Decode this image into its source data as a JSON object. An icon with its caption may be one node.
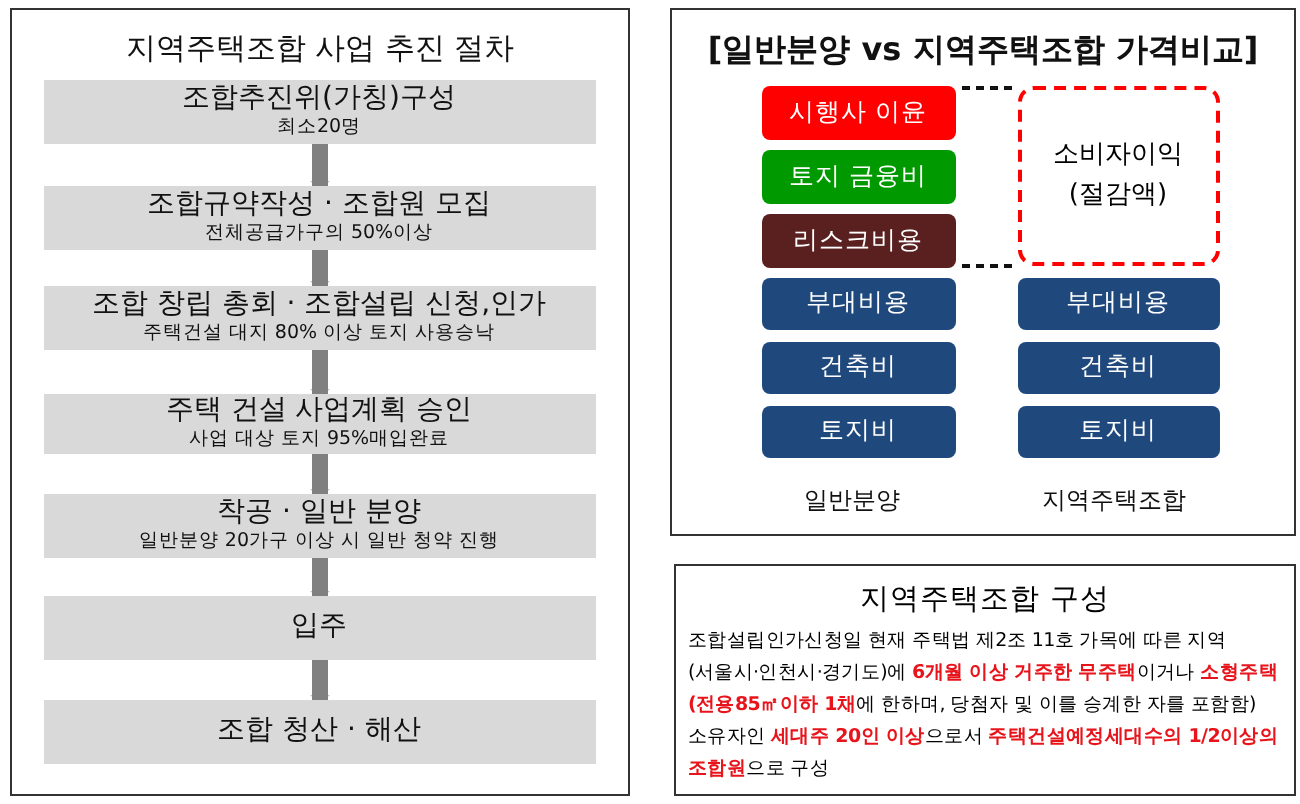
{
  "diagram": {
    "nodes": [
      {
        "text": [
          "지역주택조합 사업 추진 절차"
        ]
      },
      {
        "text": [
          "조합추진위(가칭)구성",
          "최소20명"
        ],
        "in": 0
      },
      {
        "text": [
          "조합규약작성 · 조합원 모집",
          "전체공급가구의 50%이상"
        ],
        "in": 0
      },
      {
        "text": [
          "조합 창립 총회 · 조합설립 신청,인가",
          "주택건설 대지 80% 이상 토지 사용승낙"
        ],
        "in": 0
      },
      {
        "text": [
          "주택 건설 사업계획 승인",
          "사업 대상 토지 95%매입완료"
        ],
        "in": 0
      },
      {
        "text": [
          "착공 · 일반 분양",
          "일반분양 20가구 이상 시 일반 청약 진행"
        ],
        "in": 0
      },
      {
        "text": [
          "입주"
        ],
        "in": 0
      },
      {
        "text": [
          "조합 청산 · 해산"
        ],
        "in": 0
      },
      {
        "text": [
          "[일반분양 vs 지역주택조합 가격비교]"
        ]
      },
      {
        "text": [
          "시행사 이윤"
        ],
        "in": 8
      },
      {
        "text": [
          "소비자이익 (절감액)"
        ],
        "in": 8
      },
      {
        "text": [
          "토지 금융비"
        ],
        "in": 8
      },
      {
        "text": [
          "리스크비용"
        ],
        "in": 8
      },
      {
        "text": [
          "부대비용"
        ],
        "in": 8
      },
      {
        "text": [
          "부대비용"
        ],
        "in": 8
      },
      {
        "text": [
          "건축비"
        ],
        "in": 8
      },
      {
        "text": [
          "건축비"
        ],
        "in": 8
      },
      {
        "text": [
          "토지비"
        ],
        "in": 8
      },
      {
        "text": [
          "토지비"
        ],
        "in": 8
      },
      {
        "text": [
          "지역주택조합 구성",
          "조합설립인가신청일 현재 주택법 제2조 11호 가목에 따른 지역 (서울시·인천시·경기도)에 **6개월 이상 거주한 무주택**이거나 **소형주택(전용85㎡이하 1채**에 한하며, 당첨자 및 이를 승계한 자를 포함함) 소유자인 **세대주 20인 이상**으로서 **주택건설예정세대수의 1/2이상의 조합원**으로 구성"
        ]
      }
    ],
    "edges": [
      {
        "from": 1,
        "to": 2,
        "arrow": "to"
      },
      {
        "from": 2,
        "to": 3,
        "arrow": "to"
      },
      {
        "from": 3,
        "to": 4,
        "arrow": "to"
      },
      {
        "from": 4,
        "to": 5,
        "arrow": "to"
      },
      {
        "from": 5,
        "to": 6,
        "arrow": "to"
      },
      {
        "from": 6,
        "to": 7,
        "arrow": "to"
      }
    ],
    "labels": [
      "일반분양",
      "지역주택조합"
    ]
  }
}
